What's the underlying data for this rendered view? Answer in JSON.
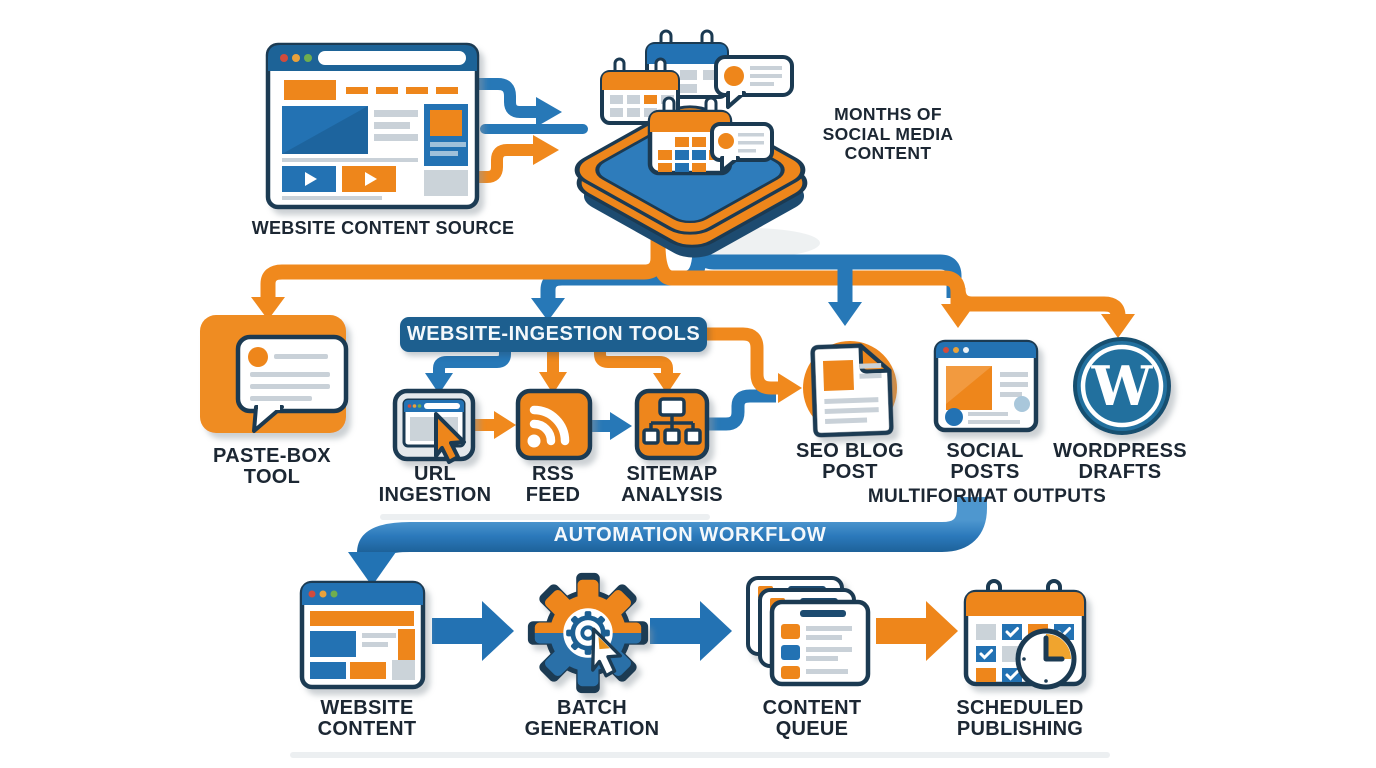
{
  "page": {
    "background": "#FFFFFF"
  },
  "colors": {
    "orange": "#EE861B",
    "blue": "#2778B7",
    "navy_outline": "#1B3A52",
    "label_text": "#1C2733",
    "banner_blue": "#1D5F8F",
    "wordpress_blue": "#236F9E"
  },
  "top": {
    "website_content_source": {
      "label": "WEBSITE CONTENT SOURCE"
    },
    "months_of_content": {
      "label": "MONTHS OF\nSOCIAL MEDIA\nCONTENT"
    }
  },
  "ingestion": {
    "banner": "WEBSITE-INGESTION TOOLS",
    "paste_box": {
      "label": "PASTE-BOX\nTOOL"
    },
    "url_ingestion": {
      "label": "URL\nINGESTION"
    },
    "rss_feed": {
      "label": "RSS\nFEED"
    },
    "sitemap_analysis": {
      "label": "SITEMAP\nANALYSIS"
    }
  },
  "outputs": {
    "section_label": "MULTIFORMAT OUTPUTS",
    "seo_blog_post": {
      "label": "SEO BLOG\nPOST"
    },
    "social_posts": {
      "label": "SOCIAL\nPOSTS"
    },
    "wordpress_drafts": {
      "label": "WORDPRESS\nDRAFTS",
      "monogram": "W"
    }
  },
  "automation": {
    "banner": "AUTOMATION WORKFLOW",
    "website_content": {
      "label": "WEBSITE\nCONTENT"
    },
    "batch_generation": {
      "label": "BATCH\nGENERATION"
    },
    "content_queue": {
      "label": "CONTENT\nQUEUE"
    },
    "scheduled_publishing": {
      "label": "SCHEDULED\nPUBLISHING"
    }
  }
}
